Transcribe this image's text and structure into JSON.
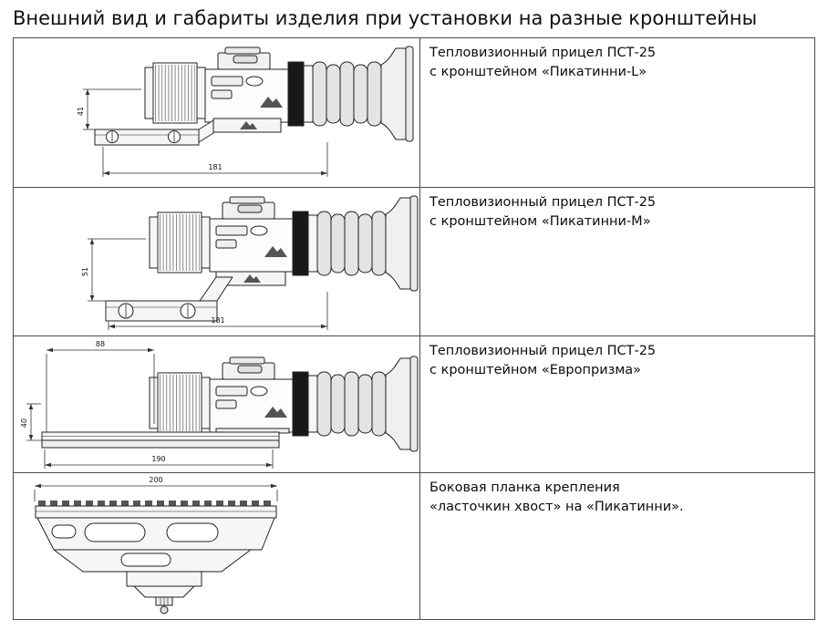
{
  "title": "Внешний вид и габариты изделия при установки на разные кронштейны",
  "rows": [
    {
      "desc1": "Тепловизионный прицел ПСТ-25",
      "desc2": "с кронштейном «Пикатинни-L»",
      "dim_height": "41",
      "dim_length": "181"
    },
    {
      "desc1": "Тепловизионный прицел ПСТ-25",
      "desc2": "с кронштейном «Пикатинни-М»",
      "dim_height": "51",
      "dim_length": "181"
    },
    {
      "desc1": "Тепловизионный прицел ПСТ-25",
      "desc2": "с кронштейном «Европризма»",
      "dim_offset": "88",
      "dim_height": "40",
      "dim_length": "190"
    },
    {
      "desc1": "Боковая планка крепления",
      "desc2": "«ласточкин хвост» на «Пикатинни».",
      "dim_length": "200"
    }
  ]
}
